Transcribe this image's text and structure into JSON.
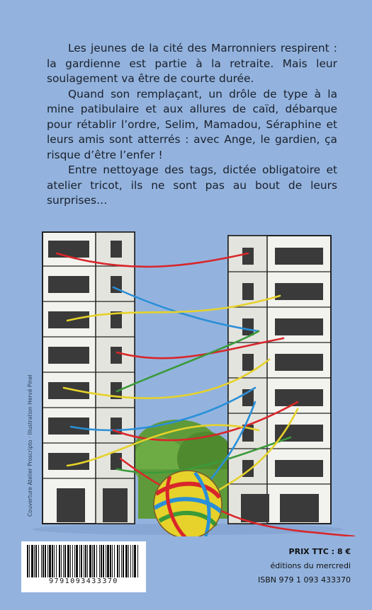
{
  "blurb": {
    "paragraphs": [
      "Les jeunes de la cité des Marronniers respirent : la gardienne est partie à la retraite. Mais leur soulagement va être de courte durée.",
      "Quand son remplaçant, un drôle de type à la mine patibulaire et aux allures de caïd, débarque pour rétablir l’ordre, Selim, Mamadou, Séraphine et leurs amis sont atterrés : avec Ange, le gardien, ça risque d’être l’enfer !",
      "Entre nettoyage des tags, dictée obligatoire et atelier tricot, ils ne sont pas au bout de leurs surprises…"
    ]
  },
  "credit": "Couverture Atelier Proscripto · Illustration Hervé Pinel",
  "barcode": {
    "digits": "9791093433370"
  },
  "back_info": {
    "price": "PRIX TTC : 8 €",
    "publisher": "éditions du mercredi",
    "isbn": "ISBN 979 1 093 433370"
  },
  "colors": {
    "background": "#93b3de",
    "yarn": [
      "#d8262a",
      "#2a8fd8",
      "#e6d22a",
      "#3a9a3a"
    ]
  }
}
